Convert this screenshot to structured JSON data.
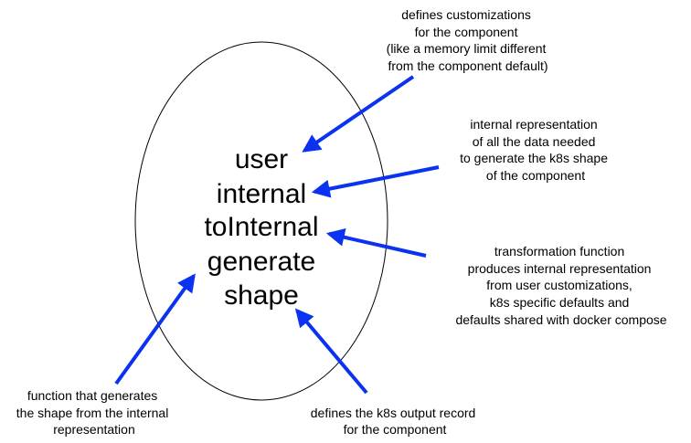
{
  "colors": {
    "arrow": "#0a32f0",
    "outline": "#000000",
    "text": "#000000"
  },
  "terms": {
    "user": "user",
    "internal": "internal",
    "to_internal": "toInternal",
    "generate": "generate",
    "shape": "shape"
  },
  "annotations": {
    "user": {
      "lines": [
        "defines customizations",
        "for the component",
        "(like a memory limit different",
        "from the component default)"
      ]
    },
    "internal": {
      "lines": [
        "internal representation",
        "of all the data needed",
        "to generate the k8s shape",
        "of the component"
      ]
    },
    "to_internal": {
      "lines": [
        "transformation function",
        "produces internal representation",
        "from user customizations,",
        "k8s specific defaults and",
        "defaults shared with docker compose"
      ]
    },
    "generate": {
      "lines": [
        "function that generates",
        "the shape from the internal",
        "representation"
      ]
    },
    "shape": {
      "lines": [
        "defines the k8s output record",
        "for the component"
      ]
    }
  }
}
